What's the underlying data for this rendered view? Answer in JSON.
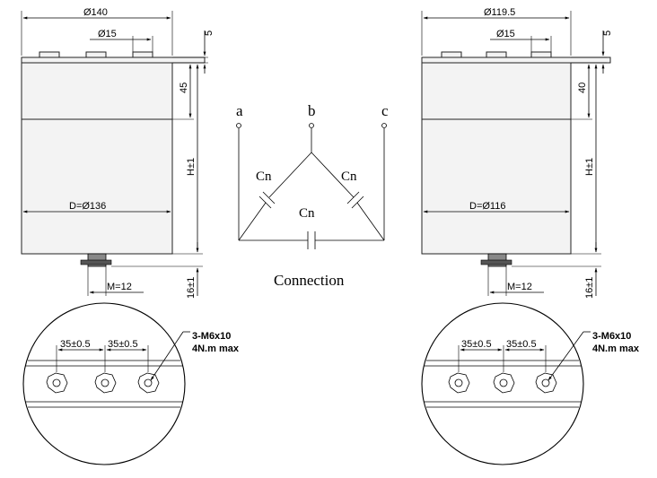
{
  "left": {
    "top_diameter": "Ø140",
    "terminal_diameter": "Ø15",
    "top_thickness": "5",
    "lid_height": "45",
    "body_diameter": "D=Ø136",
    "height": "H±1",
    "stud_height": "16±1",
    "thread": "M=12",
    "pitch_1": "35±0.5",
    "pitch_2": "35±0.5",
    "terminal_spec_1": "3-M6x10",
    "terminal_spec_2": "4N.m max"
  },
  "right": {
    "top_diameter": "Ø119.5",
    "terminal_diameter": "Ø15",
    "top_thickness": "5",
    "lid_height": "40",
    "body_diameter": "D=Ø116",
    "height": "H±1",
    "stud_height": "16±1",
    "thread": "M=12",
    "pitch_1": "35±0.5",
    "pitch_2": "35±0.5",
    "terminal_spec_1": "3-M6x10",
    "terminal_spec_2": "4N.m max"
  },
  "connection": {
    "node_a": "a",
    "node_b": "b",
    "node_c": "c",
    "cap_left": "Cn",
    "cap_right": "Cn",
    "cap_bottom": "Cn",
    "caption": "Connection"
  }
}
